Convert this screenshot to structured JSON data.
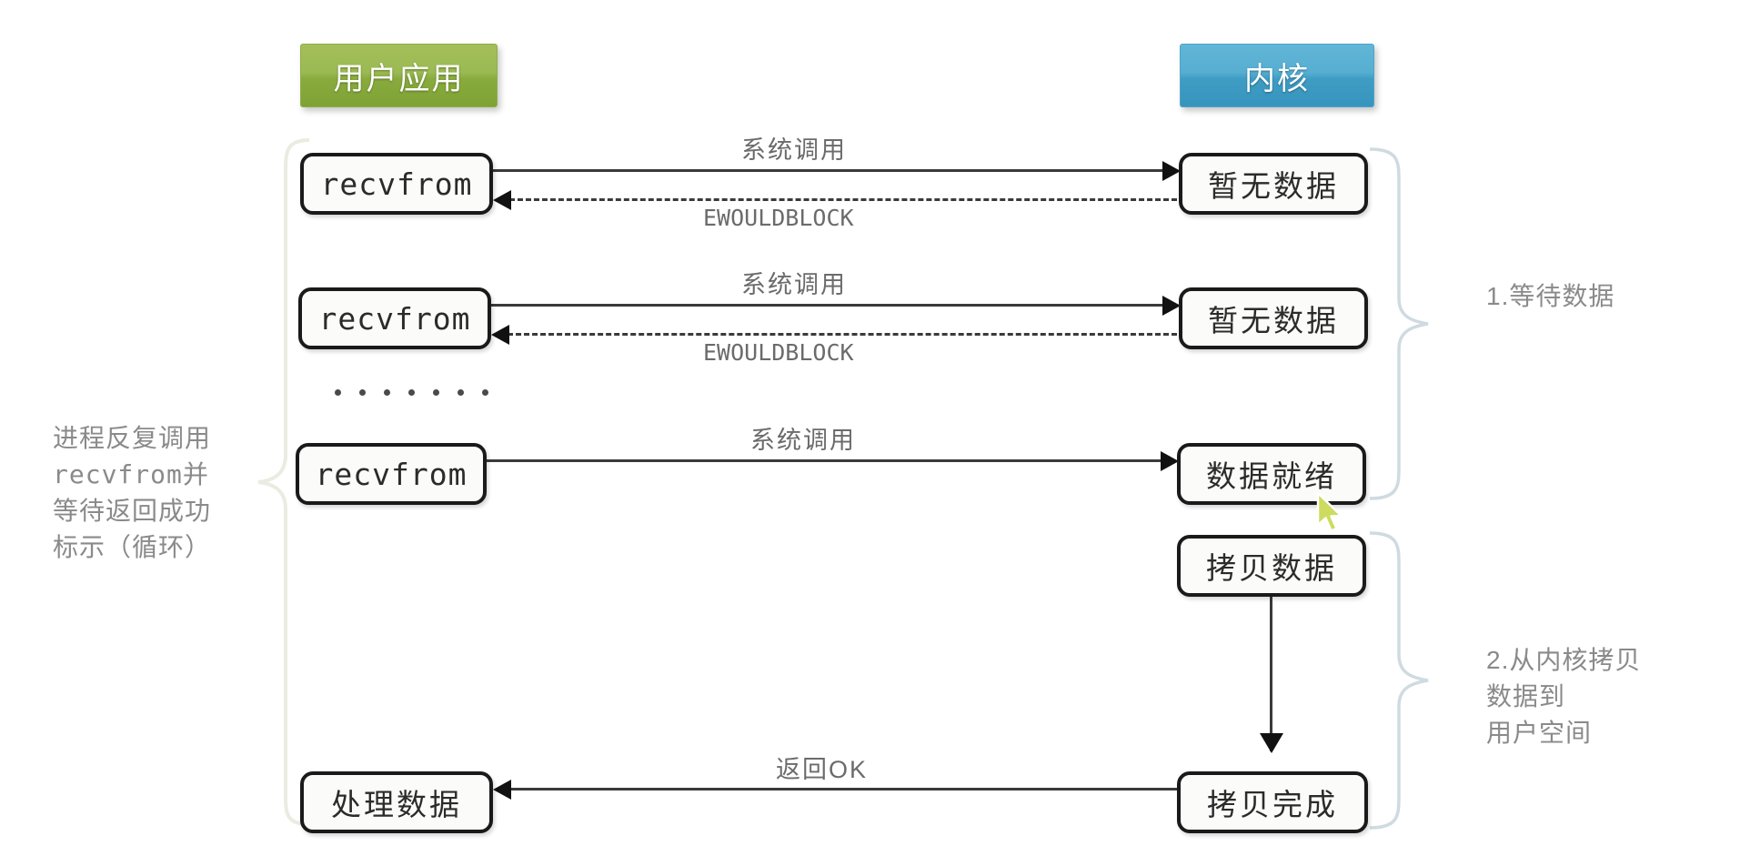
{
  "headers": {
    "user_app": "用户应用",
    "kernel": "内核",
    "user_app_color": "#8fae4a",
    "kernel_color": "#4ea4c9"
  },
  "nodes": {
    "recvfrom_1": "recvfrom",
    "recvfrom_2": "recvfrom",
    "recvfrom_3": "recvfrom",
    "process_data": "处理数据",
    "no_data_1": "暂无数据",
    "no_data_2": "暂无数据",
    "data_ready": "数据就绪",
    "copy_data": "拷贝数据",
    "copy_done": "拷贝完成"
  },
  "edges": {
    "syscall_1": "系统调用",
    "ewouldblock_1": "EWOULDBLOCK",
    "syscall_2": "系统调用",
    "ewouldblock_2": "EWOULDBLOCK",
    "syscall_3": "系统调用",
    "return_ok": "返回OK"
  },
  "annotations": {
    "left_note": "进程反复调用\nrecvfrom并\n等待返回成功\n标示（循环）",
    "stage_1": "1.等待数据",
    "stage_2": "2.从内核拷贝\n    数据到\n    用户空间"
  },
  "ellipsis_dot_count": 7
}
